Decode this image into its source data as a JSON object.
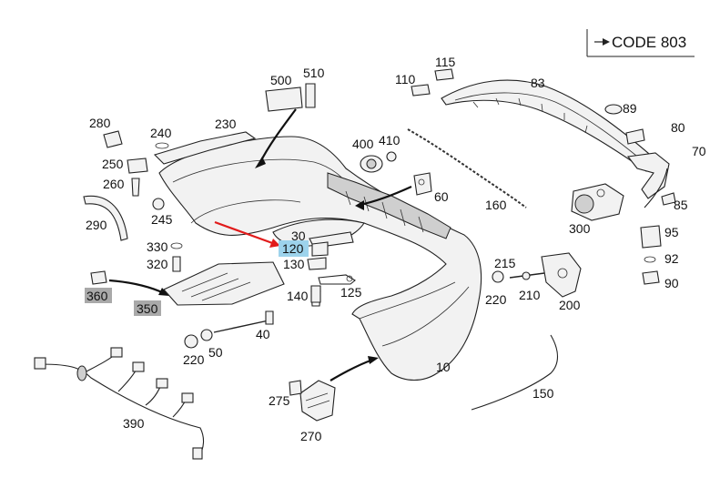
{
  "code_box": {
    "text": "CODE 803"
  },
  "labels": {
    "l10": "10",
    "l30": "30",
    "l40": "40",
    "l50": "50",
    "l60": "60",
    "l70": "70",
    "l80": "80",
    "l83": "83",
    "l85": "85",
    "l89": "89",
    "l90": "90",
    "l92": "92",
    "l95": "95",
    "l110": "110",
    "l115": "115",
    "l120": "120",
    "l125": "125",
    "l130": "130",
    "l140": "140",
    "l150": "150",
    "l160": "160",
    "l200": "200",
    "l210": "210",
    "l215": "215",
    "l220a": "220",
    "l220b": "220",
    "l230": "230",
    "l240": "240",
    "l245": "245",
    "l250": "250",
    "l260": "260",
    "l270": "270",
    "l275": "275",
    "l280": "280",
    "l290": "290",
    "l300": "300",
    "l320": "320",
    "l330": "330",
    "l350": "350",
    "l360": "360",
    "l390": "390",
    "l400": "400",
    "l410": "410",
    "l500": "500",
    "l510": "510"
  },
  "highlight_colors": {
    "selected": "#9dd3ec",
    "grey": "#a9a9a9",
    "arrow": "#e11b1b"
  }
}
